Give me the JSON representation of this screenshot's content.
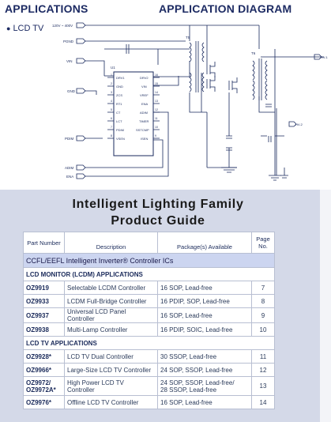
{
  "header": {
    "applications": "APPLICATIONS",
    "application_diagram": "APPLICATION DIAGRAM"
  },
  "applications_list": [
    "LCD TV"
  ],
  "diagram": {
    "supply": "120V ~ 400V",
    "inputs": [
      "PGND",
      "VIN",
      "GND",
      "PDIM",
      "ADIM",
      "ENA"
    ],
    "chip": {
      "name": "U1",
      "left_pins": [
        "DRV1",
        "GND",
        "ZCS",
        "RT1",
        "CT",
        "LCT",
        "PDIM",
        "VSEN"
      ],
      "left_nums": [
        "1",
        "2",
        "3",
        "4",
        "5",
        "6",
        "7",
        "8"
      ],
      "right_pins": [
        "DRV2",
        "VIN",
        "VREF",
        "ENA",
        "ADIM",
        "TIMER",
        "SSTCMP",
        "ISEN"
      ],
      "right_nums": [
        "16",
        "15",
        "14",
        "13",
        "12",
        "11",
        "10",
        "9"
      ]
    },
    "transformers": [
      "T5",
      "T6"
    ],
    "outputs": [
      "HV-1",
      "HV-2"
    ]
  },
  "guide": {
    "title_line1": "Intelligent Lighting Family",
    "title_line2": "Product Guide"
  },
  "table": {
    "headers": {
      "part": "Part Number",
      "description": "Description",
      "package": "Package(s) Available",
      "page": "Page No."
    },
    "section": "CCFL/EEFL Intelligent Inverter® Controller ICs",
    "groups": [
      {
        "title": "LCD MONITOR (LCDM) APPLICATIONS",
        "rows": [
          {
            "part": "OZ9919",
            "description": "Selectable LCDM Controller",
            "package": "16 SOP, Lead-free",
            "page": "7"
          },
          {
            "part": "OZ9933",
            "description": "LCDM Full-Bridge Controller",
            "package": "16 PDIP, SOP, Lead-free",
            "page": "8"
          },
          {
            "part": "OZ9937",
            "description": "Universal LCD Panel Controller",
            "package": "16 SOP, Lead-free",
            "page": "9"
          },
          {
            "part": "OZ9938",
            "description": "Multi-Lamp Controller",
            "package": "16 PDIP, SOIC, Lead-free",
            "page": "10"
          }
        ]
      },
      {
        "title": "LCD TV APPLICATIONS",
        "rows": [
          {
            "part": "OZ9928*",
            "description": "LCD TV Dual Controller",
            "package": "30 SSOP, Lead-free",
            "page": "11"
          },
          {
            "part": "OZ9966*",
            "description": "Large-Size LCD TV Controller",
            "package": "24 SOP, SSOP, Lead-free",
            "page": "12"
          },
          {
            "part": "OZ9972/\nOZ9972A*",
            "description": "High Power LCD TV\nController",
            "package": "24 SOP, SSOP, Lead-free/\n28 SSOP, Lead-free",
            "page": "13"
          },
          {
            "part": "OZ9976*",
            "description": "Offline LCD TV Controller",
            "package": "16 SOP, Lead-free",
            "page": "14"
          }
        ]
      }
    ]
  }
}
